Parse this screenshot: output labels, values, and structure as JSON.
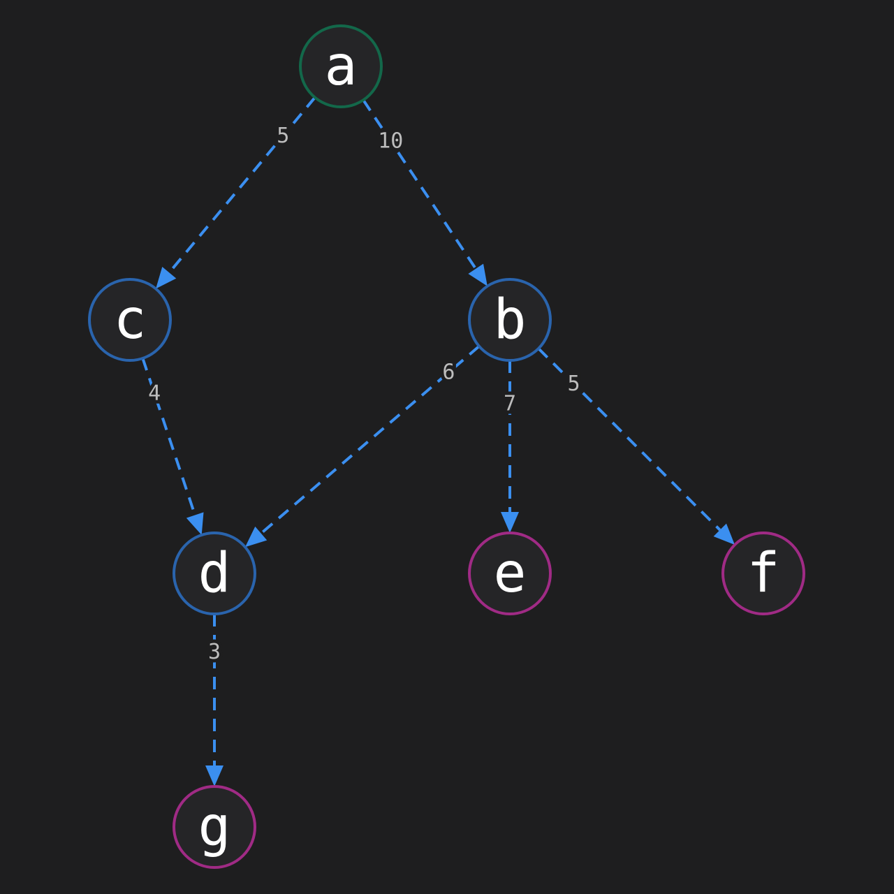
{
  "colors": {
    "background": "#1e1e1f",
    "edge": "#3b8ff0",
    "root_stroke": "#13684a",
    "internal_stroke": "#2a64ad",
    "leaf_stroke": "#a02b85",
    "node_fill": "#252527",
    "label": "#ffffff",
    "weight": "#bdbdbd"
  },
  "nodes": [
    {
      "id": "a",
      "label": "a",
      "role": "root"
    },
    {
      "id": "c",
      "label": "c",
      "role": "internal"
    },
    {
      "id": "b",
      "label": "b",
      "role": "internal"
    },
    {
      "id": "d",
      "label": "d",
      "role": "internal"
    },
    {
      "id": "e",
      "label": "e",
      "role": "leaf"
    },
    {
      "id": "f",
      "label": "f",
      "role": "leaf"
    },
    {
      "id": "g",
      "label": "g",
      "role": "leaf"
    }
  ],
  "edges": [
    {
      "from": "a",
      "to": "c",
      "weight": "5"
    },
    {
      "from": "a",
      "to": "b",
      "weight": "10"
    },
    {
      "from": "c",
      "to": "d",
      "weight": "4"
    },
    {
      "from": "b",
      "to": "d",
      "weight": "6"
    },
    {
      "from": "b",
      "to": "e",
      "weight": "7"
    },
    {
      "from": "b",
      "to": "f",
      "weight": "5"
    },
    {
      "from": "d",
      "to": "g",
      "weight": "3"
    }
  ]
}
